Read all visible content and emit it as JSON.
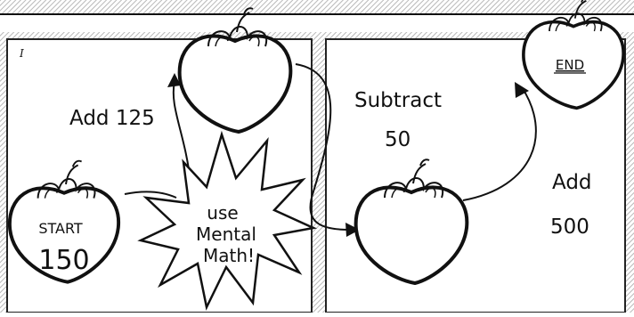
{
  "colors": {
    "ink": "#111111",
    "panel_fill": "#f2f2f2",
    "panel_border": "#222222",
    "stripe": "#b8b8b8"
  },
  "panel_mark": "I",
  "labels": {
    "add_first": "Add 125",
    "subtract": "Subtract",
    "subtract_amount": "50",
    "add_second": "Add",
    "add_second_amount": "500",
    "end": "END"
  },
  "start": {
    "label": "START",
    "value": "150"
  },
  "burst": {
    "line1": "use",
    "line2": "Mental",
    "line3": "Math!"
  },
  "icons": [
    "strawberry-icon",
    "arrow-icon",
    "starburst-icon"
  ]
}
